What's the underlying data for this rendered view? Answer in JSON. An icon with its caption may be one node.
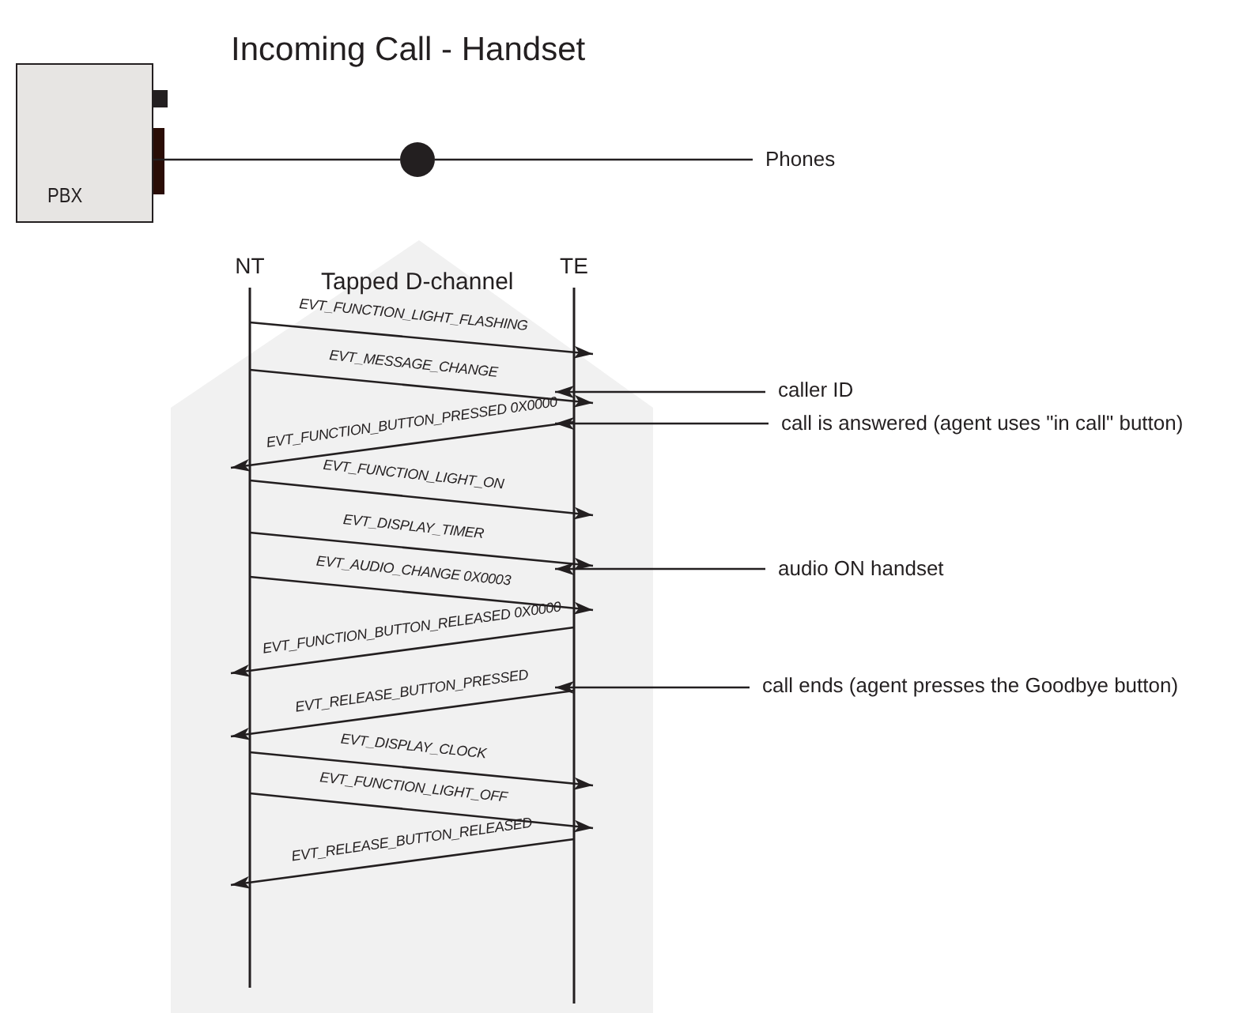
{
  "diagram": {
    "title": "Incoming Call - Handset",
    "nodes": [
      {
        "text": [
          "PBX"
        ]
      },
      {
        "text": [],
        "shape": "circle"
      },
      {
        "text": [
          "Phones"
        ]
      },
      {
        "text": [
          "Tapped D-channel"
        ]
      },
      {
        "text": [
          "NT"
        ],
        "in": 3
      },
      {
        "text": [
          "TE"
        ],
        "in": 3
      },
      {
        "text": [
          "caller ID"
        ]
      },
      {
        "text": [
          "call is answered (agent uses \"in call\" button)"
        ]
      },
      {
        "text": [
          "audio ON handset"
        ]
      },
      {
        "text": [
          "call ends (agent presses the Goodbye button)"
        ]
      }
    ],
    "edges": [
      {
        "from": 0,
        "to": 1,
        "arrow": "none"
      },
      {
        "from": 1,
        "to": 2,
        "arrow": "none"
      },
      {
        "from": 4,
        "to": 5,
        "arrow": "to",
        "label": "EVT_FUNCTION_LIGHT_FLASHING"
      },
      {
        "from": 4,
        "to": 5,
        "arrow": "to",
        "label": "EVT_MESSAGE_CHANGE"
      },
      {
        "from": 5,
        "to": 4,
        "arrow": "to",
        "label": "EVT_FUNCTION_BUTTON_PRESSED 0X0000"
      },
      {
        "from": 4,
        "to": 5,
        "arrow": "to",
        "label": "EVT_FUNCTION_LIGHT_ON"
      },
      {
        "from": 4,
        "to": 5,
        "arrow": "to",
        "label": "EVT_DISPLAY_TIMER"
      },
      {
        "from": 4,
        "to": 5,
        "arrow": "to",
        "label": "EVT_AUDIO_CHANGE 0X0003"
      },
      {
        "from": 5,
        "to": 4,
        "arrow": "to",
        "label": "EVT_FUNCTION_BUTTON_RELEASED 0X0000"
      },
      {
        "from": 5,
        "to": 4,
        "arrow": "to",
        "label": "EVT_RELEASE_BUTTON_PRESSED"
      },
      {
        "from": 4,
        "to": 5,
        "arrow": "to",
        "label": "EVT_DISPLAY_CLOCK"
      },
      {
        "from": 4,
        "to": 5,
        "arrow": "to",
        "label": "EVT_FUNCTION_LIGHT_OFF"
      },
      {
        "from": 5,
        "to": 4,
        "arrow": "to",
        "label": "EVT_RELEASE_BUTTON_RELEASED"
      },
      {
        "from": 6,
        "to": 5,
        "arrow": "to"
      },
      {
        "from": 7,
        "to": 5,
        "arrow": "to"
      },
      {
        "from": 8,
        "to": 5,
        "arrow": "to"
      },
      {
        "from": 9,
        "to": 5,
        "arrow": "to"
      }
    ]
  }
}
